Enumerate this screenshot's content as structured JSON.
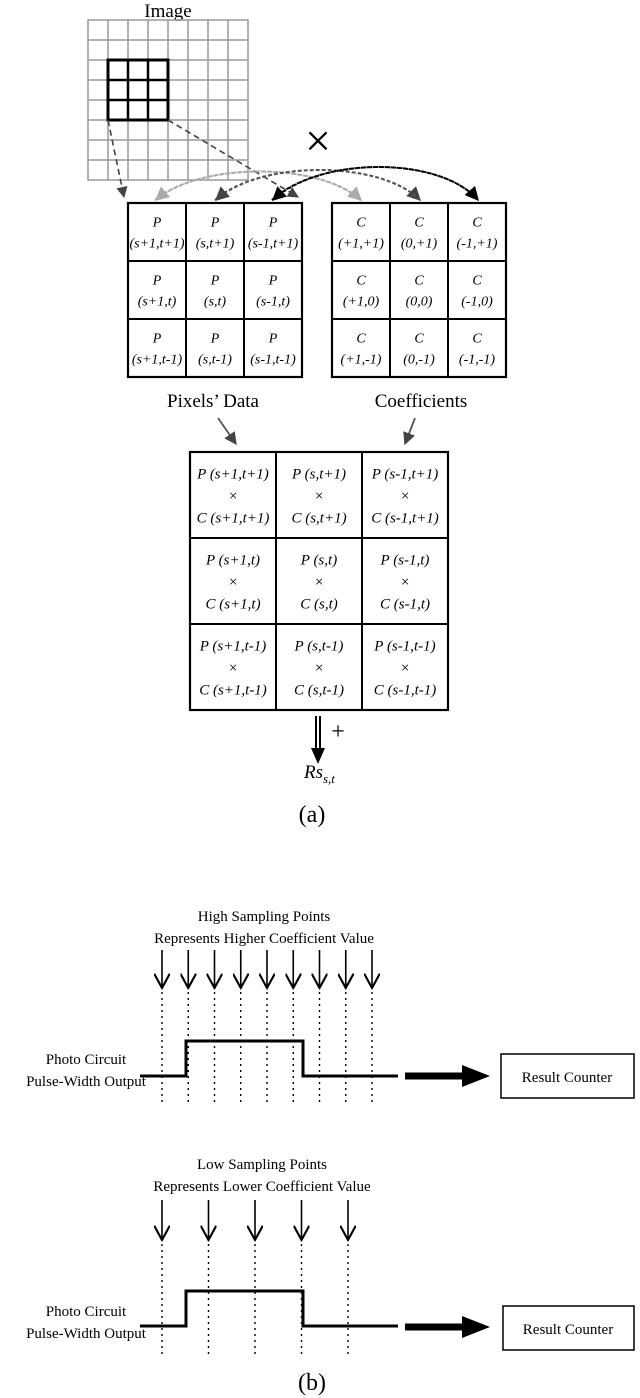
{
  "part_a": {
    "image_label": "Image",
    "multiply_symbol": "×",
    "pixels_label": "Pixels’ Data",
    "coeff_label": "Coefficients",
    "pixel_cells": [
      [
        "P",
        "(s+1,t+1)"
      ],
      [
        "P",
        "(s,t+1)"
      ],
      [
        "P",
        "(s-1,t+1)"
      ],
      [
        "P",
        "(s+1,t)"
      ],
      [
        "P",
        "(s,t)"
      ],
      [
        "P",
        "(s-1,t)"
      ],
      [
        "P",
        "(s+1,t-1)"
      ],
      [
        "P",
        "(s,t-1)"
      ],
      [
        "P",
        "(s-1,t-1)"
      ]
    ],
    "coeff_cells": [
      [
        "C",
        "(+1,+1)"
      ],
      [
        "C",
        "(0,+1)"
      ],
      [
        "C",
        "(-1,+1)"
      ],
      [
        "C",
        "(+1,0)"
      ],
      [
        "C",
        "(0,0)"
      ],
      [
        "C",
        "(-1,0)"
      ],
      [
        "C",
        "(+1,-1)"
      ],
      [
        "C",
        "(0,-1)"
      ],
      [
        "C",
        "(-1,-1)"
      ]
    ],
    "product_cells": [
      [
        "P (s+1,t+1)",
        "×",
        "C (s+1,t+1)"
      ],
      [
        "P (s,t+1)",
        "×",
        "C (s,t+1)"
      ],
      [
        "P (s-1,t+1)",
        "×",
        "C (s-1,t+1)"
      ],
      [
        "P (s+1,t)",
        "×",
        "C (s+1,t)"
      ],
      [
        "P (s,t)",
        "×",
        "C (s,t)"
      ],
      [
        "P (s-1,t)",
        "×",
        "C (s-1,t)"
      ],
      [
        "P (s+1,t-1)",
        "×",
        "C (s+1,t-1)"
      ],
      [
        "P (s,t-1)",
        "×",
        "C (s,t-1)"
      ],
      [
        "P (s-1,t-1)",
        "×",
        "C (s-1,t-1)"
      ]
    ],
    "sum_symbol": "+",
    "result_main": "Rs",
    "result_sub": "s,t",
    "caption": "(a)"
  },
  "part_b": {
    "high": {
      "title1": "High Sampling Points",
      "title2": "Represents Higher Coefficient Value",
      "left1": "Photo Circuit",
      "left2": "Pulse-Width Output",
      "box": "Result Counter",
      "samples": 9
    },
    "low": {
      "title1": "Low Sampling Points",
      "title2": "Represents Lower Coefficient Value",
      "left1": "Photo Circuit",
      "left2": "Pulse-Width Output",
      "box": "Result Counter",
      "samples": 5
    },
    "caption": "(b)"
  }
}
